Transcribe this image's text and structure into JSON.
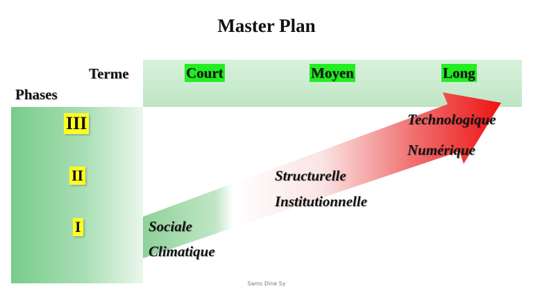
{
  "title": "Master Plan",
  "header": {
    "term_label": "Terme",
    "phases_label": "Phases",
    "columns": [
      "Court",
      "Moyen",
      "Long"
    ]
  },
  "phases": [
    "III",
    "II",
    "I"
  ],
  "arrow_labels": {
    "stage3": [
      "Technologique",
      "Numérique"
    ],
    "stage2": [
      "Structurelle",
      "Institutionnelle"
    ],
    "stage1": [
      "Sociale",
      "Climatique"
    ]
  },
  "footer": "Sams Dine Sy",
  "colors": {
    "column_tag": "#22ee22",
    "phase_tag": "#ffff22",
    "arrow_start": "#8fd19a",
    "arrow_end": "#ee1111"
  }
}
